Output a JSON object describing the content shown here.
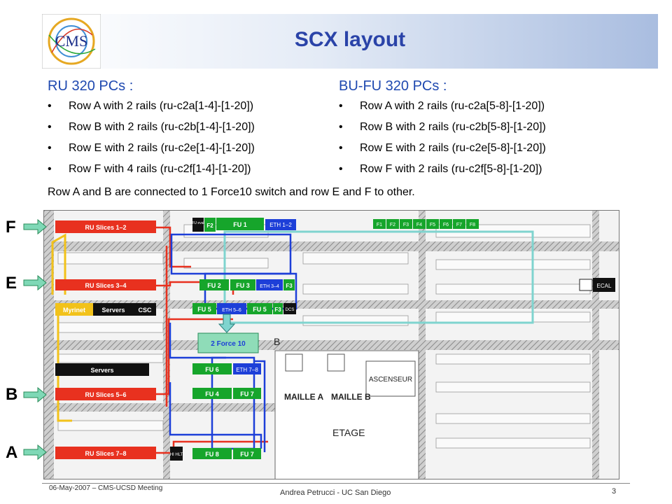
{
  "header": {
    "logo_text": "CMS",
    "title": "SCX layout"
  },
  "left_column": {
    "heading": "RU 320 PCs :",
    "items": [
      "Row A with 2 rails (ru-c2a[1-4]-[1-20])",
      "Row B with 2 rails (ru-c2b[1-4]-[1-20])",
      "Row E with 2 rails (ru-c2e[1-4]-[1-20])",
      "Row F with 4 rails (ru-c2f[1-4]-[1-20])"
    ]
  },
  "right_column": {
    "heading": "BU-FU 320 PCs :",
    "items": [
      "Row A with 2 rails (ru-c2a[5-8]-[1-20])",
      "Row B with 2 rails (ru-c2b[5-8]-[1-20])",
      "Row E with 2 rails (ru-c2e[5-8]-[1-20])",
      "Row F with 2 rails (ru-c2f[5-8]-[1-20])"
    ]
  },
  "note": "Row A and B are connected to 1 Force10 switch and row E and F to other.",
  "row_labels": [
    "F",
    "E",
    "B",
    "A"
  ],
  "plan": {
    "blocks": {
      "ru12": "RU Slices 1–2",
      "ru34": "RU Slices 3–4",
      "ru56": "RU Slices 5–6",
      "ru78": "RU Slices 7–8",
      "myrinet": "Myrinet",
      "servers1": "Servers",
      "csc": "CSC",
      "servers2": "Servers",
      "fu_eval": "FU eval",
      "f2": "F2",
      "fu1": "FU 1",
      "eth12": "ETH 1–2",
      "fu2": "FU 2",
      "fu3": "FU 3",
      "eth34": "ETH 3–4",
      "f3a": "F3",
      "fu5a": "FU 5",
      "eth56": "ETH 5–6",
      "fu5b": "FU 5",
      "f3b": "F3",
      "dcs": "DCS",
      "fu6": "FU 6",
      "eth78": "ETH 7–8",
      "fu4": "FU 4",
      "fu7a": "FU 7",
      "hlt": "HI HLT",
      "fu8": "FU 8",
      "fu7b": "FU 7",
      "ecal": "ECAL"
    },
    "top_right_slots": [
      "F1",
      "F2",
      "F3",
      "F4",
      "F5",
      "F6",
      "F7",
      "F8"
    ],
    "force10_label": "2 Force 10",
    "b_marker": "B",
    "ascenseur": "ASCENSEUR",
    "maille": "MAILLE A",
    "maille_b": "MAILLE B",
    "etage": "ETAGE"
  },
  "footer": {
    "date": "06-May-2007 – CMS-UCSD Meeting",
    "author": "Andrea Petrucci - UC San Diego",
    "page": "3"
  },
  "colors": {
    "title": "#2a43a8",
    "heading": "#1f49b0",
    "ru_red": "#e8311f",
    "fu_green": "#16a52b",
    "eth_blue": "#1d3fd8",
    "myrinet_yellow": "#f2c21a",
    "teal": "#7fd4cf"
  }
}
